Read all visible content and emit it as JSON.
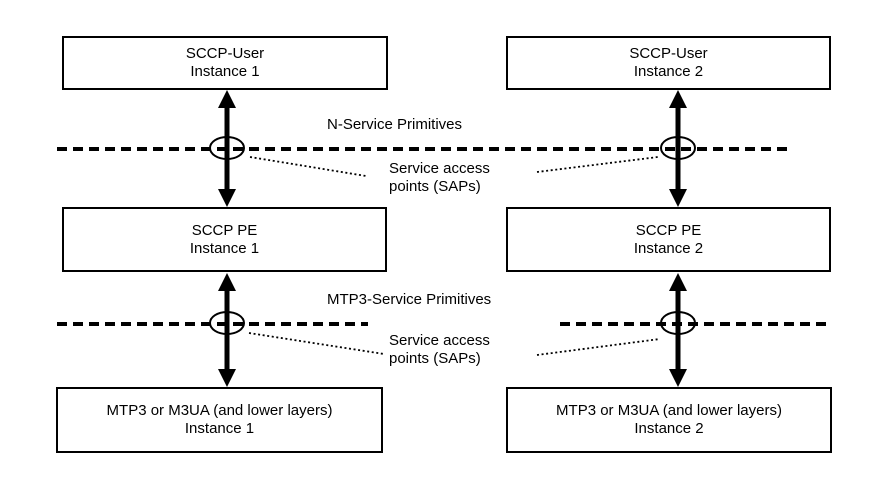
{
  "diagram": {
    "title_implicit": "SCCP protocol architecture with service access points",
    "colors": {
      "line": "#000000",
      "text": "#000000",
      "background": "#ffffff"
    },
    "boxes": [
      {
        "id": "sccp-user-1",
        "line1": "SCCP-User",
        "line2": "Instance 1"
      },
      {
        "id": "sccp-user-2",
        "line1": "SCCP-User",
        "line2": "Instance 2"
      },
      {
        "id": "sccp-pe-1",
        "line1": "SCCP PE",
        "line2": "Instance 1"
      },
      {
        "id": "sccp-pe-2",
        "line1": "SCCP PE",
        "line2": "Instance 2"
      },
      {
        "id": "mtp3-1",
        "line1": "MTP3 or M3UA (and lower layers)",
        "line2": "Instance 1"
      },
      {
        "id": "mtp3-2",
        "line1": "MTP3 or M3UA (and lower layers)",
        "line2": "Instance 2"
      }
    ],
    "labels": {
      "n_service_primitives": "N-Service Primitives",
      "mtp3_service_primitives": "MTP3-Service Primitives",
      "sap_top_line1": "Service access",
      "sap_top_line2": "points (SAPs)",
      "sap_bottom_line1": "Service access",
      "sap_bottom_line2": "points (SAPs)"
    },
    "icons": {
      "sap_marker": "ellipse-icon",
      "interface_arrow": "double-headed-arrow-icon",
      "layer_boundary": "dashed-line",
      "annotation_leader": "dotted-leader-line"
    }
  }
}
